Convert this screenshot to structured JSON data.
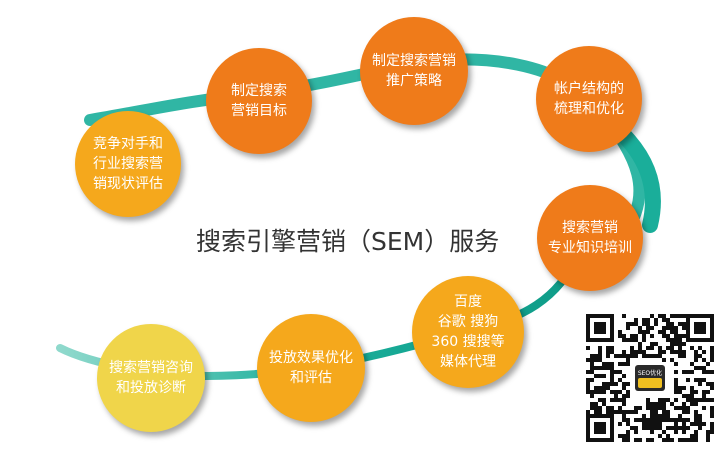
{
  "title": "搜索引擎营销（SEM）服务",
  "colors": {
    "orange": "#EF7B1A",
    "amber": "#F5A81C",
    "yellow": "#F0D54A",
    "teal": "#1AAE9A",
    "title": "#333333"
  },
  "nodes": [
    {
      "id": "analysis",
      "lines": [
        "竞争对手和",
        "行业搜索营",
        "销现状评估"
      ]
    },
    {
      "id": "goal",
      "lines": [
        "制定搜索",
        "营销目标"
      ]
    },
    {
      "id": "strategy",
      "lines": [
        "制定搜索营销",
        "推广策略"
      ]
    },
    {
      "id": "account",
      "lines": [
        "帐户结构的",
        "梳理和优化"
      ]
    },
    {
      "id": "training",
      "lines": [
        "搜索营销",
        "专业知识培训"
      ]
    },
    {
      "id": "engines",
      "lines": [
        "百度",
        "谷歌 搜狗",
        "360 搜搜等",
        "媒体代理"
      ]
    },
    {
      "id": "evaluation",
      "lines": [
        "投放效果优化",
        "和评估"
      ]
    },
    {
      "id": "consulting",
      "lines": [
        "搜索营销咨询",
        "和投放诊断"
      ]
    }
  ],
  "qr_code": {
    "badge_text": "SEO优化"
  }
}
